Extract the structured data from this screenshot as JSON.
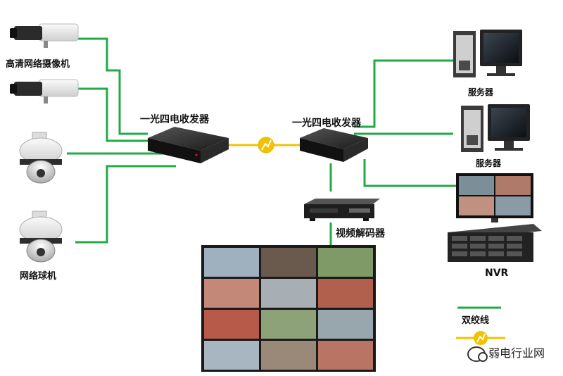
{
  "labels": {
    "camera_group": "高清网络摄像机",
    "dome_group": "网络球机",
    "transceiver_left": "一光四电收发器",
    "transceiver_right": "一光四电收发器",
    "server_1": "服务器",
    "server_2": "服务器",
    "decoder": "视频解码器",
    "nvr": "NVR"
  },
  "legend": {
    "twisted_pair": "双绞线"
  },
  "watermark": "弱电行业网",
  "colors": {
    "twisted_pair": "#22aa44",
    "fiber": "#f2c200",
    "device_dark": "#1a1a1a"
  }
}
